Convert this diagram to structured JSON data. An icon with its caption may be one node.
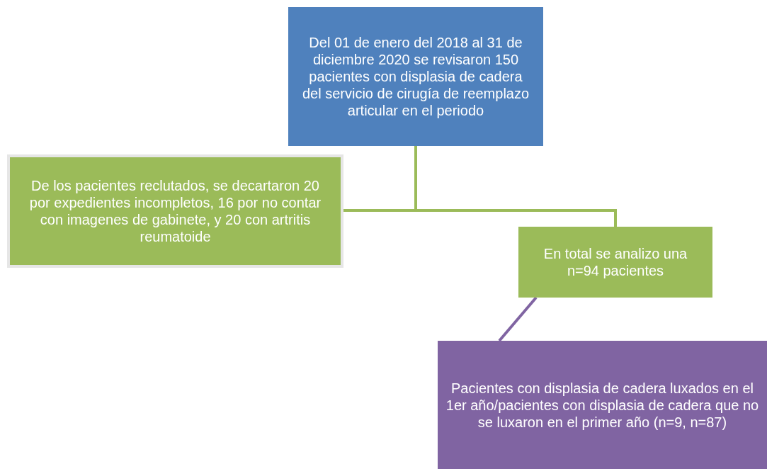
{
  "diagram": {
    "nodes": [
      {
        "text": [
          "Del 01 de enero del 2018 al 31 de diciembre 2020 se revisaron 150 pacientes con displasia de cadera del servicio de cirugía de reemplazo articular en el periodo"
        ]
      },
      {
        "text": [
          "De los pacientes reclutados, se decartaron 20 por expedientes incompletos, 16 por no contar con imagenes de gabinete, y 20 con artritis reumatoide"
        ]
      },
      {
        "text": [
          "En total se analizo una n=94 pacientes"
        ]
      },
      {
        "text": [
          "Pacientes con displasia de cadera luxados en el 1er año/pacientes con displasia de cadera que no se luxaron en el primer año (n=9, n=87)"
        ]
      }
    ],
    "edges": [
      {
        "from": 0,
        "to": 1,
        "arrow": "none"
      },
      {
        "from": 0,
        "to": 2,
        "arrow": "none"
      },
      {
        "from": 2,
        "to": 3,
        "arrow": "none",
        "color": "#8064a2"
      }
    ]
  }
}
